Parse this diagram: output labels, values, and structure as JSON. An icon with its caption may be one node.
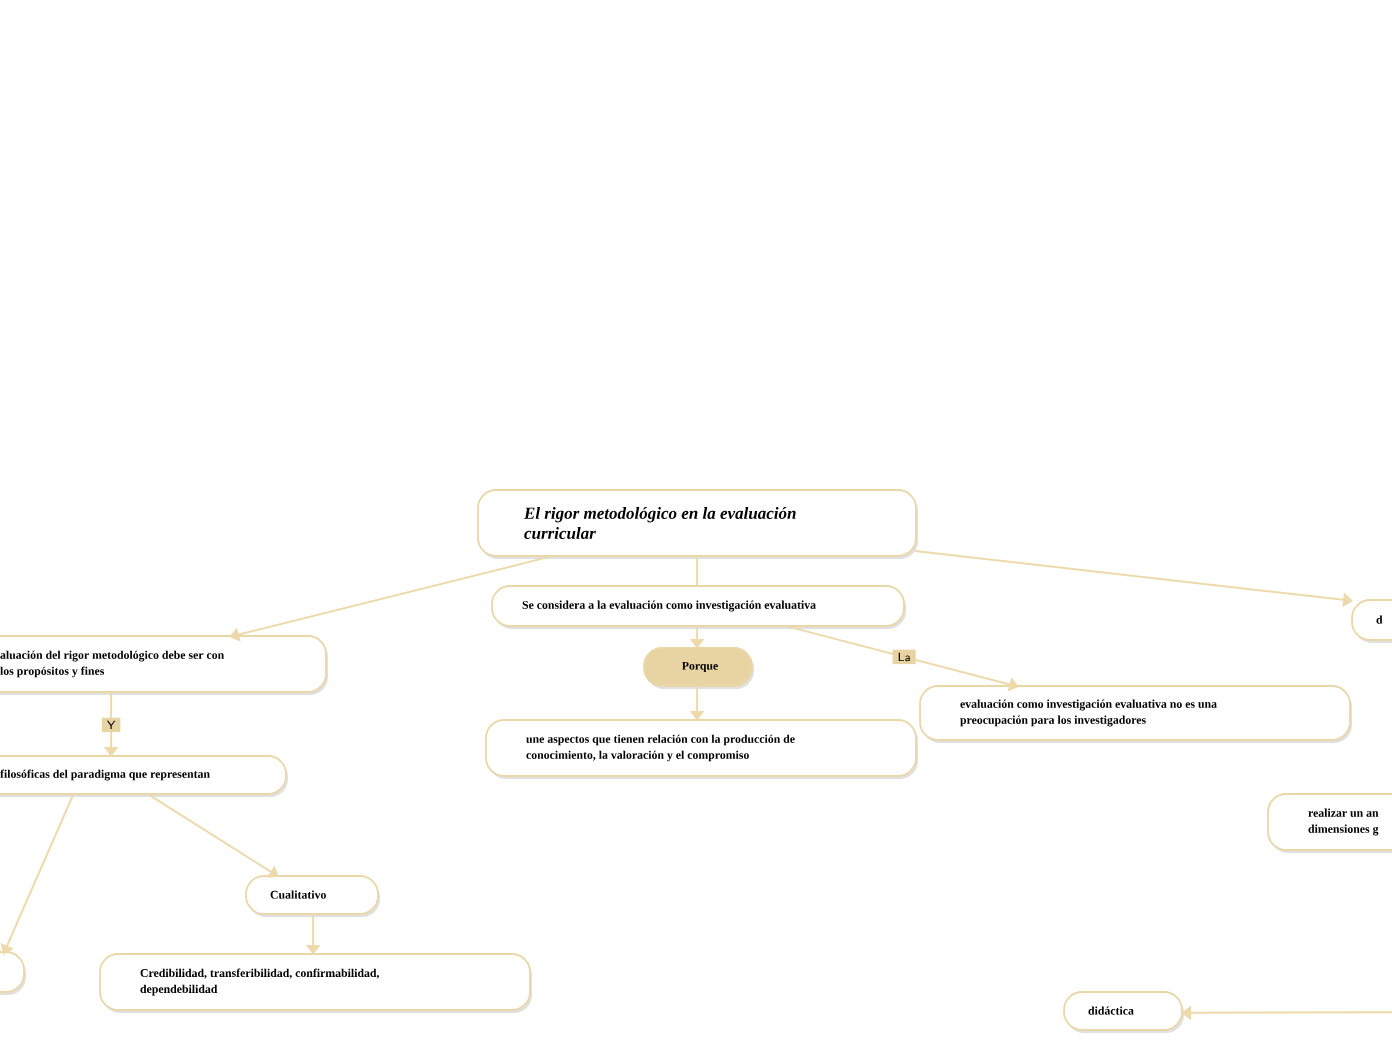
{
  "diagram": {
    "nodes": [
      {
        "text": [
          "El rigor metodológico en la evaluación curricular"
        ]
      },
      {
        "text": [
          "aluación del rigor metodológico debe ser con los propósitos y fines"
        ]
      },
      {
        "text": [
          "filosóficas del paradigma que representan"
        ]
      },
      {
        "text": [],
        "shape": "box"
      },
      {
        "text": [
          "Cualitativo"
        ]
      },
      {
        "text": [
          "Credibilidad, transferibilidad, confirmabilidad, dependebilidad"
        ]
      },
      {
        "text": [
          "Se considera a la evaluación como investigación evaluativa"
        ]
      },
      {
        "text": [
          "Porque"
        ]
      },
      {
        "text": [
          "une aspectos que tienen relación con la producción de conocimiento, la valoración y el compromiso"
        ]
      },
      {
        "text": [
          "evaluación como investigación evaluativa no es una preocupación para los investigadores"
        ]
      },
      {
        "text": [
          "d"
        ]
      },
      {
        "text": [
          "realizar un an dimensiones g"
        ]
      },
      {
        "text": [
          "didáctica"
        ]
      }
    ],
    "edges": [
      {
        "from": 0,
        "to": 1,
        "arrow": "to"
      },
      {
        "from": 1,
        "to": 2,
        "arrow": "to",
        "label": "Y"
      },
      {
        "from": 2,
        "to": 3,
        "arrow": "to"
      },
      {
        "from": 2,
        "to": 4,
        "arrow": "to"
      },
      {
        "from": 4,
        "to": 5,
        "arrow": "to"
      },
      {
        "from": 0,
        "to": 6,
        "arrow": "none"
      },
      {
        "from": 6,
        "to": 7,
        "arrow": "to"
      },
      {
        "from": 7,
        "to": 8,
        "arrow": "to"
      },
      {
        "from": 6,
        "to": 9,
        "arrow": "to",
        "label": "La"
      },
      {
        "from": 0,
        "to": 10,
        "arrow": "to"
      },
      {
        "from": null,
        "to": 12,
        "arrow": "to"
      }
    ]
  }
}
